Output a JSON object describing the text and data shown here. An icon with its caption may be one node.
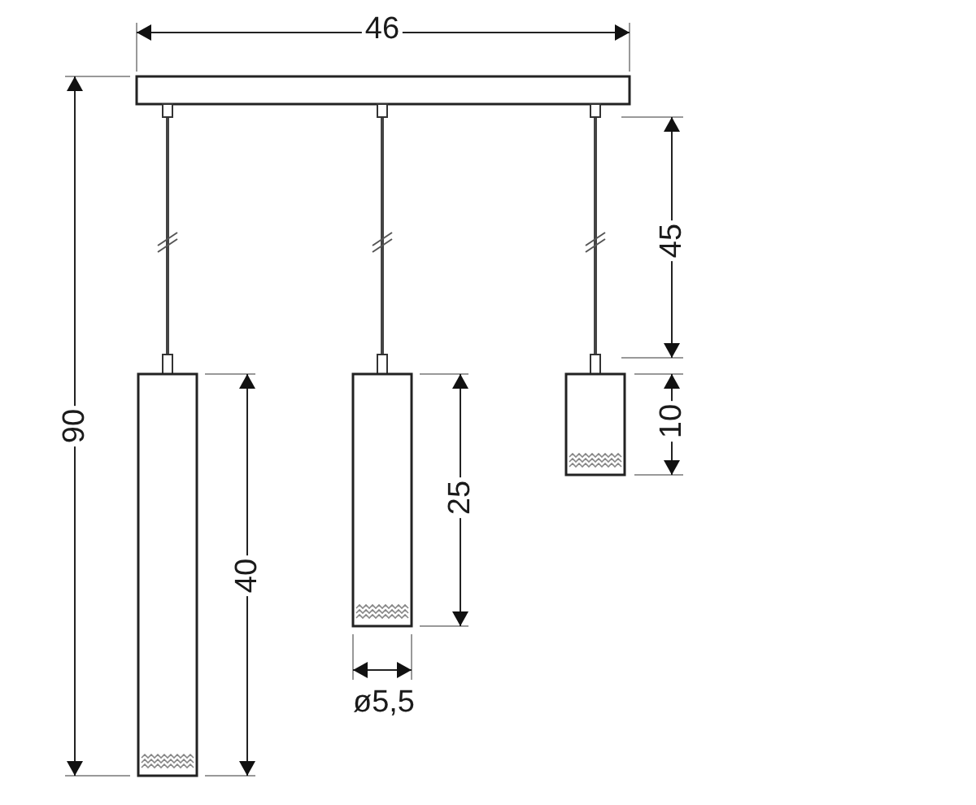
{
  "diagram": {
    "labels": [
      "46",
      "90",
      "45",
      "10",
      "25",
      "40",
      "ø5,5"
    ]
  }
}
